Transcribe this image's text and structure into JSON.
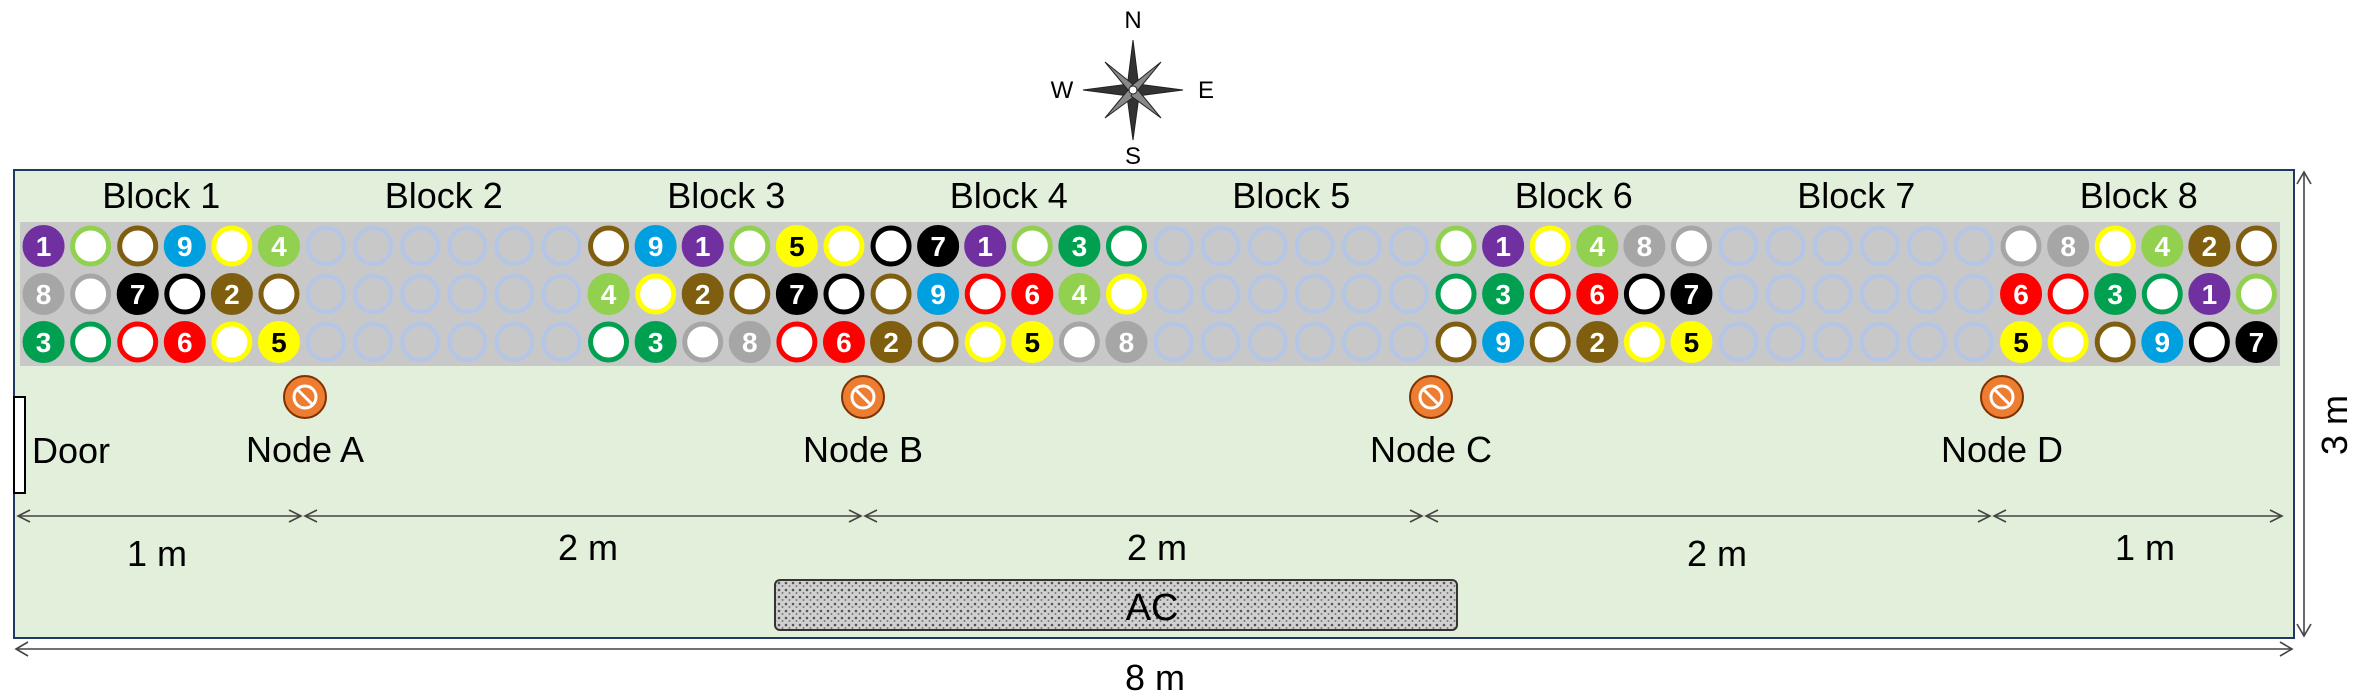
{
  "compass": {
    "north": "N",
    "east": "E",
    "south": "S",
    "west": "W"
  },
  "blocks": [
    {
      "label": "Block 1",
      "grid": [
        [
          "1f",
          "4o",
          "2o",
          "9f",
          "5o",
          "4f"
        ],
        [
          "8f",
          "grey",
          "7f",
          "0o",
          "2f",
          "2o"
        ],
        [
          "3f",
          "3o",
          "6o",
          "6f",
          "yo",
          "5f"
        ]
      ]
    },
    {
      "label": "Block 2",
      "grid": []
    },
    {
      "label": "Block 3",
      "grid": [
        [
          "2o",
          "9f",
          "1f",
          "4o",
          "5f",
          "yo"
        ],
        [
          "4f",
          "5o",
          "2f",
          "2o",
          "7f",
          "0o"
        ],
        [
          "3o",
          "3f",
          "grey",
          "8f",
          "6o",
          "6f"
        ]
      ]
    },
    {
      "label": "Block 4",
      "grid": [
        [
          "0o",
          "7f",
          "1f",
          "4o",
          "3f",
          "3o"
        ],
        [
          "2o",
          "9f",
          "6o",
          "6f",
          "4f",
          "5o"
        ],
        [
          "2f",
          "2o",
          "yo",
          "5f",
          "grey",
          "8f"
        ]
      ]
    },
    {
      "label": "Block 5",
      "grid": []
    },
    {
      "label": "Block 6",
      "grid": [
        [
          "4o",
          "1f",
          "5o",
          "4f",
          "8f",
          "grey"
        ],
        [
          "3o",
          "3f",
          "6o",
          "6f",
          "0o",
          "7f"
        ],
        [
          "2o",
          "9f",
          "2o",
          "2f",
          "yo",
          "5f"
        ]
      ]
    },
    {
      "label": "Block 7",
      "grid": []
    },
    {
      "label": "Block 8",
      "grid": [
        [
          "grey",
          "8f",
          "5o",
          "4f",
          "2f",
          "2o"
        ],
        [
          "6f",
          "6o",
          "3f",
          "3o",
          "1f",
          "4o"
        ],
        [
          "5f",
          "yo",
          "2o",
          "9f",
          "0o",
          "7f"
        ]
      ]
    }
  ],
  "ring_colors": {
    "1": "#7030a0",
    "2": "#7f5f0f",
    "3": "#00a050",
    "4": "#92d050",
    "5": "#ffff00",
    "6": "#ff0000",
    "7": "#000000",
    "8": "#a6a6a6",
    "9": "#00a0e0",
    "empty": "#b4c6e7"
  },
  "nodes": [
    "Node A",
    "Node B",
    "Node C",
    "Node D"
  ],
  "door_label": "Door",
  "ac_label": "AC",
  "dimensions": {
    "segments": [
      "1 m",
      "2 m",
      "2 m",
      "2 m",
      "1 m"
    ],
    "total": "8 m",
    "height": "3 m"
  },
  "colors": {
    "room_fill": "#e2efda",
    "room_border": "#1f3864",
    "shelf": "#c8c8c8",
    "node": "#ed7d31"
  }
}
